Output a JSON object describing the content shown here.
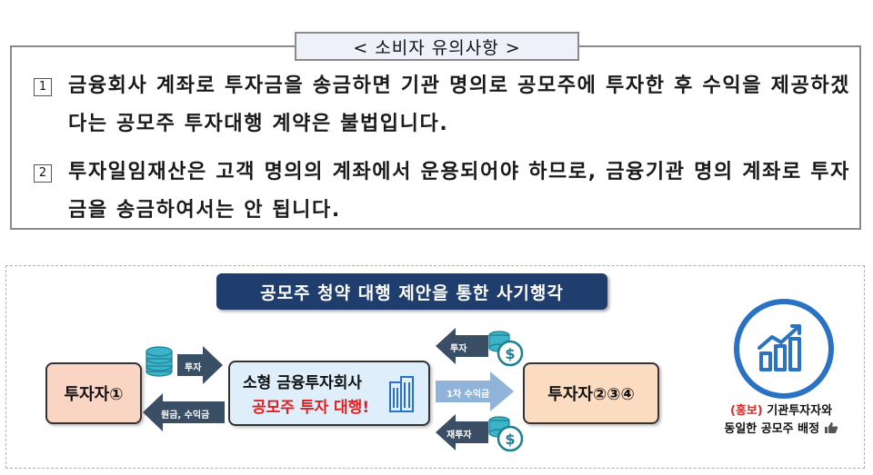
{
  "notice": {
    "title": "< 소비자 유의사항 >",
    "items": [
      {
        "num": "1",
        "text": "금융회사 계좌로 투자금을 송금하면 기관 명의로 공모주에 투자한 후 수익을 제공하겠다는 공모주 투자대행 계약은 불법입니다."
      },
      {
        "num": "2",
        "text": "투자일임재산은 고객 명의의 계좌에서 운용되어야 하므로, 금융기관 명의 계좌로 투자금을 송금하여서는 안 됩니다."
      }
    ]
  },
  "diagram": {
    "title": "공모주 청약 대행 제안을 통한 사기행각",
    "investor1": "투자자①",
    "investor2": "투자자②③④",
    "fake_company": {
      "name": "소형 금융투자회사",
      "action": "공모주 투자 대행!"
    },
    "arrows": {
      "invest_to_company": "투자",
      "return_to_investor1": "원금, 수익금",
      "invest_from_others": "투자",
      "first_return": "1차 수익금",
      "reinvest": "재투자"
    },
    "promo": {
      "tag": "(홍보)",
      "line1": "기관투자자와",
      "line2": "동일한 공모주 배정"
    }
  },
  "colors": {
    "title_bg": "#1f3d6d",
    "arrow": "#3a4f66",
    "arrow_light": "#8fb3d9",
    "accent_red": "#e02020",
    "promo_blue": "#2a72c4"
  }
}
